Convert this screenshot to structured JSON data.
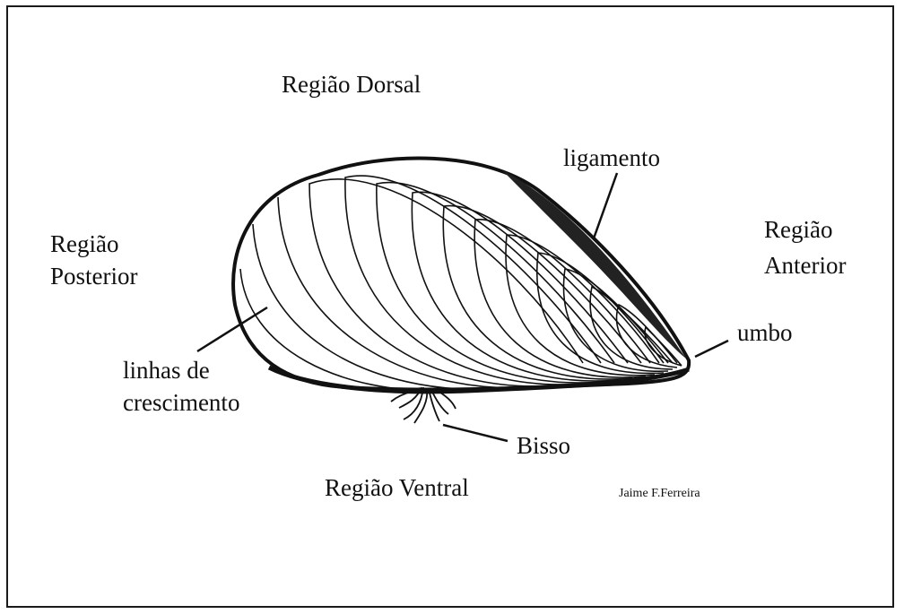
{
  "labels": {
    "dorsal": "Região Dorsal",
    "ventral": "Região Ventral",
    "posterior_1": "Região",
    "posterior_2": "Posterior",
    "anterior_1": "Região",
    "anterior_2": "Anterior",
    "ligament": "ligamento",
    "umbo": "umbo",
    "growth_lines_1": "linhas de",
    "growth_lines_2": "crescimento",
    "byssus": "Bisso"
  },
  "credit": "Jaime F.Ferreira",
  "colors": {
    "ink": "#111111",
    "background": "#ffffff"
  }
}
